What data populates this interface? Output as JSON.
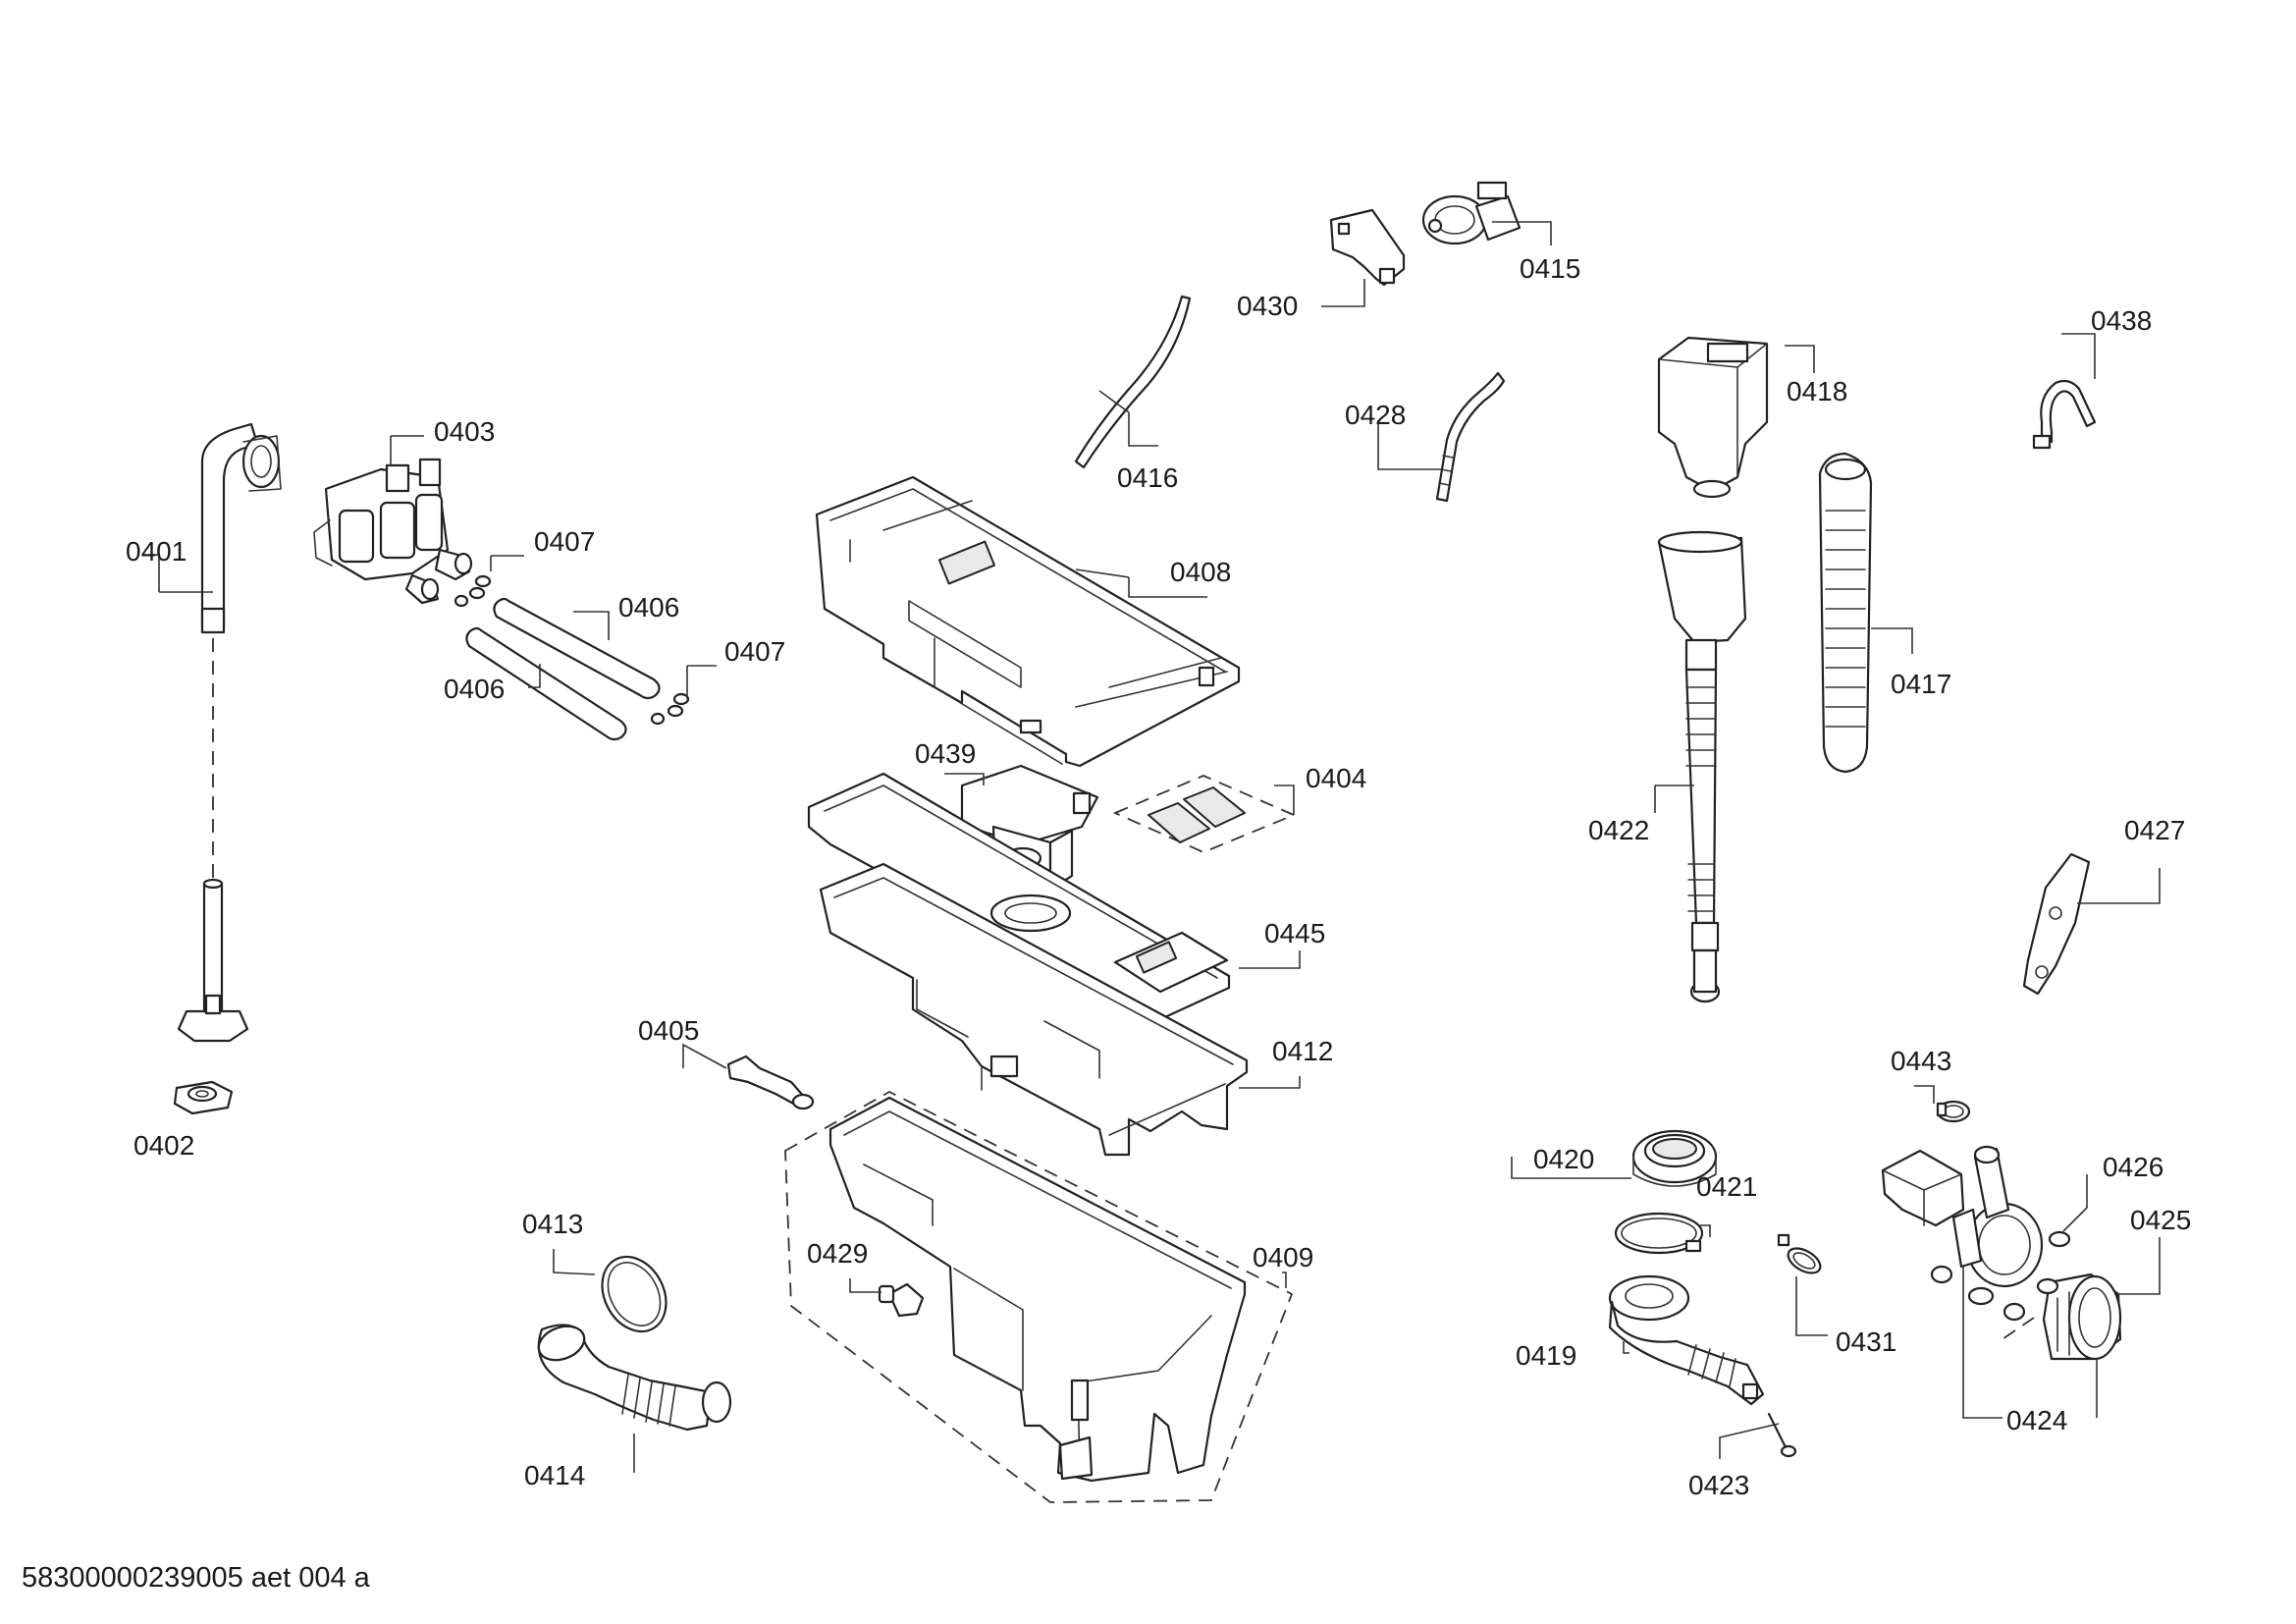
{
  "document_reference": "58300000239005 aet 004 a",
  "callouts": {
    "c0401": "0401",
    "c0402": "0402",
    "c0403": "0403",
    "c0404": "0404",
    "c0405": "0405",
    "c0406a": "0406",
    "c0406b": "0406",
    "c0407a": "0407",
    "c0407b": "0407",
    "c0408": "0408",
    "c0409": "0409",
    "c0412": "0412",
    "c0413": "0413",
    "c0414": "0414",
    "c0415": "0415",
    "c0416": "0416",
    "c0417": "0417",
    "c0418": "0418",
    "c0419": "0419",
    "c0420": "0420",
    "c0421": "0421",
    "c0422": "0422",
    "c0423": "0423",
    "c0424": "0424",
    "c0425": "0425",
    "c0426": "0426",
    "c0427": "0427",
    "c0428": "0428",
    "c0429": "0429",
    "c0430": "0430",
    "c0431": "0431",
    "c0438": "0438",
    "c0439": "0439",
    "c0443": "0443",
    "c0445": "0445"
  }
}
